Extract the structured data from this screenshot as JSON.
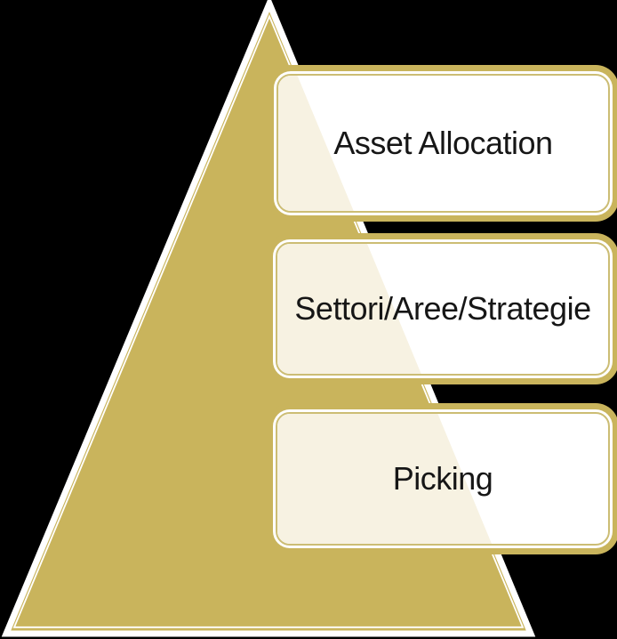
{
  "diagram": {
    "type": "pyramid-list",
    "background": "#000000",
    "pyramid": {
      "fill_color": "#c9b45c",
      "outline_color": "#ffffff"
    },
    "box_style": {
      "fill_color": "#ffffff",
      "tint_color": "#f7f2e2",
      "border_gold": "#c9b45c",
      "border_inner_gold": "#ccbd74",
      "text_color": "#161616"
    },
    "levels": [
      {
        "label": "Asset Allocation"
      },
      {
        "label": "Settori/Aree/Strategie"
      },
      {
        "label": "Picking"
      }
    ]
  }
}
